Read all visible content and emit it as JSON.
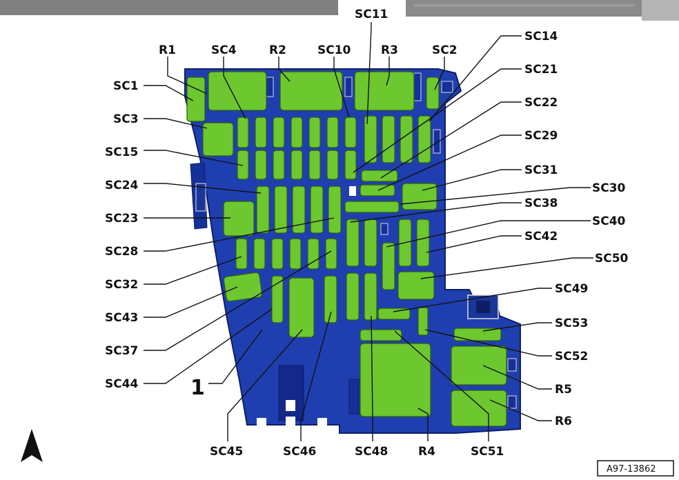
{
  "diagram": {
    "labels": {
      "R1": "R1",
      "SC4": "SC4",
      "R2": "R2",
      "SC10": "SC10",
      "SC11": "SC11",
      "R3": "R3",
      "SC2": "SC2",
      "SC14": "SC14",
      "SC21": "SC21",
      "SC22": "SC22",
      "SC29": "SC29",
      "SC31": "SC31",
      "SC30": "SC30",
      "SC38": "SC38",
      "SC40": "SC40",
      "SC42": "SC42",
      "SC50": "SC50",
      "SC49": "SC49",
      "SC53": "SC53",
      "SC52": "SC52",
      "R5": "R5",
      "R6": "R6",
      "SC1": "SC1",
      "SC3": "SC3",
      "SC15": "SC15",
      "SC24": "SC24",
      "SC23": "SC23",
      "SC28": "SC28",
      "SC32": "SC32",
      "SC43": "SC43",
      "SC37": "SC37",
      "SC44": "SC44",
      "SC45": "SC45",
      "SC46": "SC46",
      "SC48": "SC48",
      "R4": "R4",
      "SC51": "SC51",
      "item1": "1"
    },
    "reference": "A97-13862",
    "colors": {
      "housing": "#1f3fb0",
      "housing_edge": "#0e1e66",
      "fuse": "#6dc72f",
      "fuse_edge": "#2f5e12",
      "header": "#7d7d7d"
    },
    "icons": {
      "orientation": "north-arrow-icon"
    }
  }
}
